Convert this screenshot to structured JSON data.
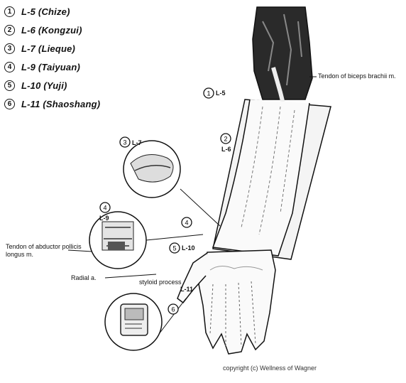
{
  "legend": [
    {
      "num": "1",
      "text": "L-5 (Chize)"
    },
    {
      "num": "2",
      "text": "L-6 (Kongzui)"
    },
    {
      "num": "3",
      "text": "L-7 (Lieque)"
    },
    {
      "num": "4",
      "text": "L-9 (Taiyuan)"
    },
    {
      "num": "5",
      "text": "L-10 (Yuji)"
    },
    {
      "num": "6",
      "text": "L-11 (Shaoshang)"
    }
  ],
  "labels": {
    "tendon_biceps": "Tendon of biceps brachii m.",
    "tendon_abductor": "Tendon of abductor pollicis longus m.",
    "radial_a": "Radial a.",
    "styloid": "styloid process",
    "copyright": "copyright (c) Wellness of Wagner"
  },
  "point_tags": {
    "p1": "L-5",
    "p2": "L-6",
    "p3": "L-7",
    "p4": "L-9",
    "p5": "L-10",
    "p6": "L-11"
  }
}
